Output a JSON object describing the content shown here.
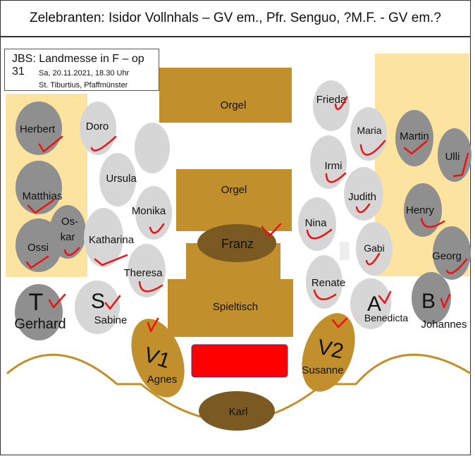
{
  "header": {
    "title": "Zelebranten: Isidor Vollnhals – GV em., Pfr. Senguo, ?M.F. - GV em.?"
  },
  "infobox": {
    "title": "JBS: Landmesse in F – op 31",
    "date": "Sa, 20.11.2021, 18.30 Uhr",
    "place": "St. Tiburtius, Pfaffmünster"
  },
  "blocks": {
    "orgel_top": "Orgel",
    "orgel_middle": "Orgel",
    "spieltisch": "Spieltisch"
  },
  "seats": {
    "herbert": "Herbert",
    "doro": "Doro",
    "ursula": "Ursula",
    "matthias": "Matthias",
    "monika": "Monika",
    "oskar": "Os-\nkar",
    "ossi": "Ossi",
    "katharina": "Katharina",
    "theresa": "Theresa",
    "franz": "Franz",
    "frieda": "Frieda",
    "maria": "Maria",
    "martin": "Martin",
    "ulli": "Ulli",
    "irmi": "Irmi",
    "judith": "Judith",
    "nina": "Nina",
    "henry": "Henry",
    "gabi": "Gabi",
    "georg": "Georg",
    "renate": "Renate",
    "karl": "Karl",
    "agnes": "Agnes",
    "susanne": "Susanne"
  },
  "voices": {
    "t_letter": "T",
    "t_name": "Gerhard",
    "s_letter": "S",
    "s_name": "Sabine",
    "a_letter": "A",
    "a_name": "Benedicta",
    "b_letter": "B",
    "b_name": "Johannes",
    "v1_letter": "V1",
    "v2_letter": "V2"
  },
  "colors": {
    "organ_brown": "#c18f2c",
    "dark_brown": "#7a5a22",
    "highlight_yellow": "#fde3a0",
    "seat_light": "#d6d6d6",
    "seat_dark": "#8f8f8f",
    "check_red": "#ee1111",
    "altar_red": "#ff0000"
  }
}
